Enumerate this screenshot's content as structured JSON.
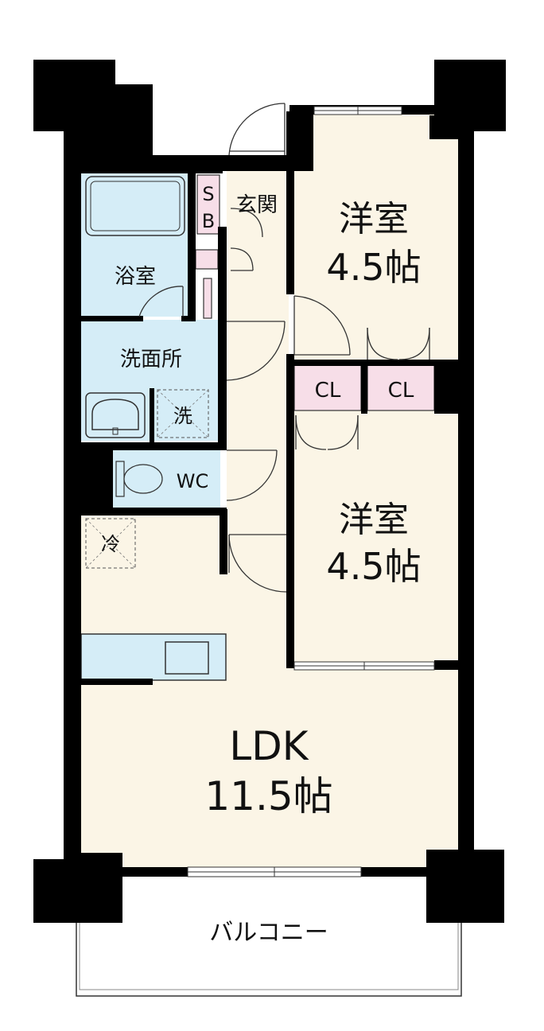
{
  "colors": {
    "wall": "#000000",
    "floor": "#FBF5E6",
    "wet": "#D5EDF7",
    "storage": "#F7DEE8",
    "line": "#333333"
  },
  "rooms": {
    "western_room_1": {
      "name": "洋室",
      "size": "4.5帖"
    },
    "western_room_2": {
      "name": "洋室",
      "size": "4.5帖"
    },
    "ldk": {
      "name": "LDK",
      "size": "11.5帖"
    },
    "bathroom": {
      "name": "浴室"
    },
    "washroom": {
      "name": "洗面所"
    },
    "toilet": {
      "name": "WC"
    },
    "entrance": {
      "name": "玄関"
    },
    "shoe_box": {
      "line1": "S",
      "line2": "B"
    },
    "closet_1": {
      "name": "CL"
    },
    "closet_2": {
      "name": "CL"
    },
    "washer": {
      "name": "洗"
    },
    "fridge": {
      "name": "冷"
    },
    "balcony": {
      "name": "バルコニー"
    }
  }
}
